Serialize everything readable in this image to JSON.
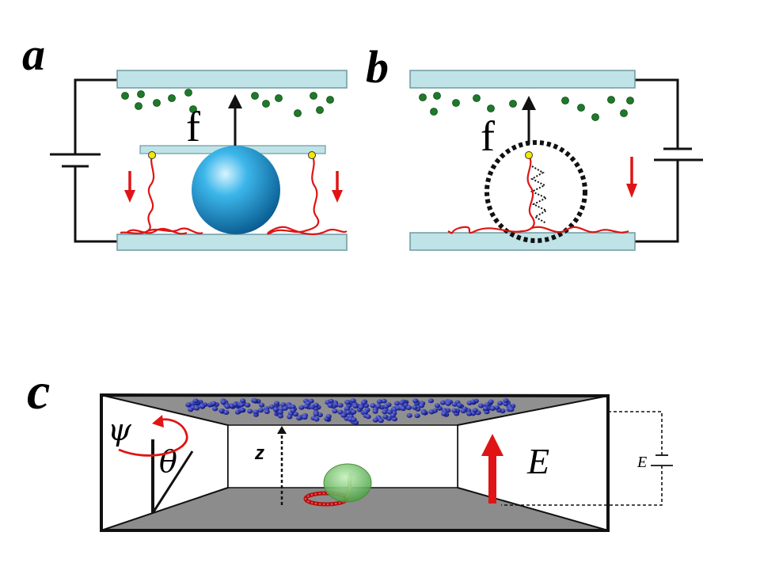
{
  "panels": {
    "a": {
      "label": "a",
      "force_label": "f"
    },
    "b": {
      "label": "b",
      "force_label": "f"
    },
    "c": {
      "label": "c",
      "psi_label": "ψ",
      "theta_label": "θ",
      "z_label": "z",
      "field_label": "E",
      "battery_label": "E"
    }
  },
  "colors": {
    "plate": "#bfe3e6",
    "plate_stroke": "#6e9aa0",
    "wire": "#111111",
    "ion": "#1e7a2a",
    "polymer": "#e01414",
    "arrow": "#e01414",
    "sphere": "#29a6e0",
    "anchor": "#f4e800",
    "ceiling": "#909090",
    "floor": "#8c8c8c",
    "blue_ion": "#1a1f9a",
    "ellipsoid": "#7bd36f"
  }
}
